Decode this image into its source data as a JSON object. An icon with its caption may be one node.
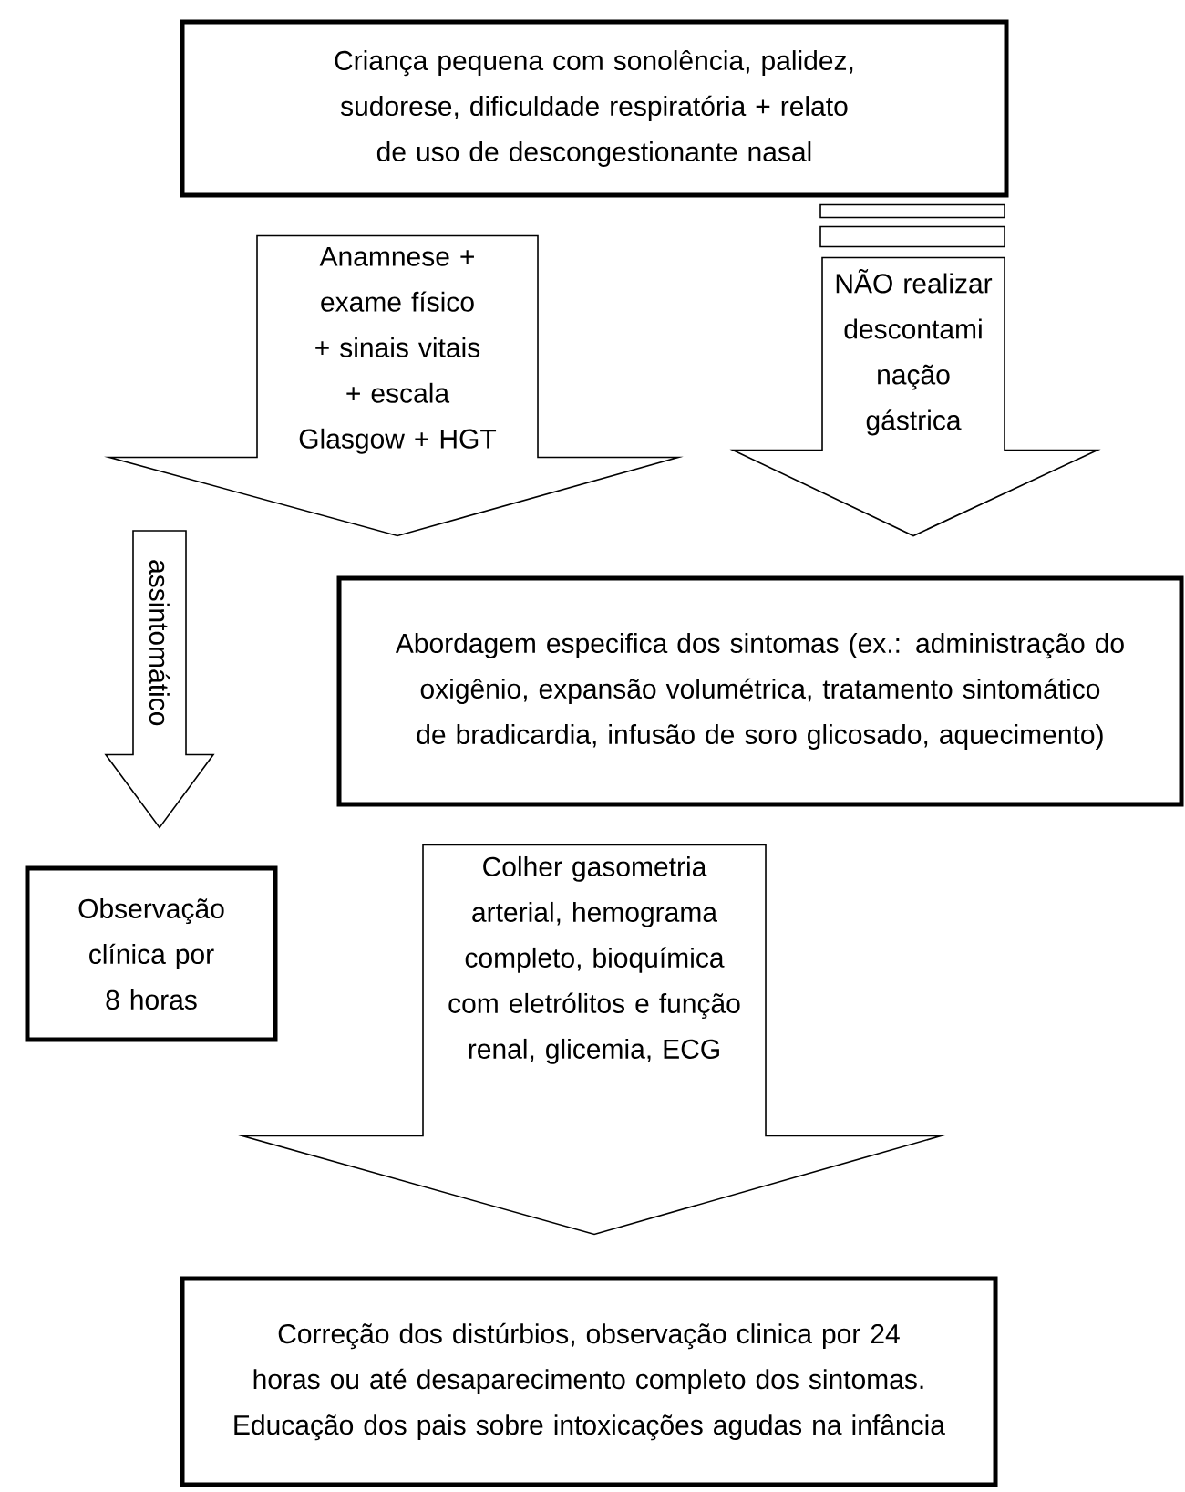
{
  "diagram": {
    "nodes": [
      {
        "text": [
          "Criança pequena com sonolência, palidez, sudorese, dificuldade respiratória + relato de uso de descongestionante nasal"
        ]
      },
      {
        "text": [
          "Abordagem especifica dos sintomas (ex.: administração do oxigênio, expansão volumétrica, tratamento sintomático de bradicardia, infusão de soro glicosado, aquecimento)"
        ]
      },
      {
        "text": [
          "Observação clínica por 8 horas"
        ]
      },
      {
        "text": [
          "Correção dos distúrbios, observação clinica por 24 horas ou até desaparecimento completo dos sintomas. Educação dos pais sobre intoxicações agudas na infância"
        ]
      }
    ],
    "edges": [
      {
        "from": 0,
        "to": 1,
        "arrow": "to",
        "label": "Anamnese + exame físico + sinais vitais + escala Glasgow + HGT"
      },
      {
        "from": 0,
        "to": 1,
        "arrow": "to",
        "label": "NÃO realizar descontami nação gástrica"
      },
      {
        "from": null,
        "to": 2,
        "arrow": "to",
        "label": "assintomático"
      },
      {
        "from": 1,
        "to": 3,
        "arrow": "to",
        "label": "Colher gasometria arterial, hemograma completo, bioquímica com eletrólitos e função renal, glicemia, ECG"
      }
    ]
  }
}
